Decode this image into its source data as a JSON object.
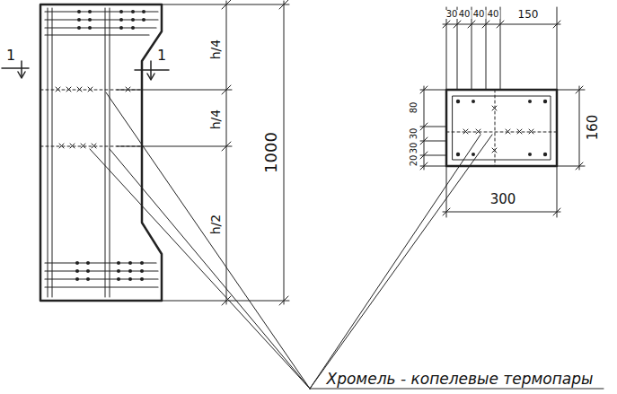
{
  "diagram": {
    "labels": [
      "1",
      "1",
      "h/4",
      "h/4",
      "h/2",
      "1000",
      "30",
      "40",
      "40",
      "40",
      "150",
      "80",
      "30",
      "30",
      "20",
      "160",
      "300",
      "Хромель - копелевые термопары"
    ]
  }
}
